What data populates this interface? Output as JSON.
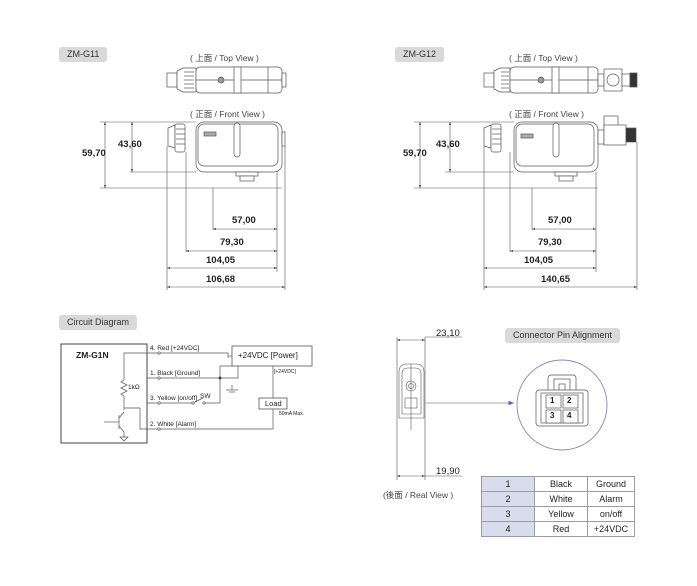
{
  "models": [
    {
      "name": "ZM-G11",
      "top_view_caption": "( 上面 / Top View )",
      "front_view_caption": "( 正面 / Front View )",
      "dimensions": {
        "height_total": "59,70",
        "height_body": "43,60",
        "width_57": "57,00",
        "width_79": "79,30",
        "width_104": "104,05",
        "width_total": "106,68"
      }
    },
    {
      "name": "ZM-G12",
      "top_view_caption": "( 上面 / Top View )",
      "front_view_caption": "( 正面 / Front View )",
      "dimensions": {
        "height_total": "59,70",
        "height_body": "43,60",
        "width_57": "57,00",
        "width_79": "79,30",
        "width_104": "104,05",
        "width_total": "140,65"
      }
    }
  ],
  "circuit": {
    "title": "Circuit Diagram",
    "device": "ZM-G1N",
    "resistor": "1kΩ",
    "wires": [
      "4. Red [+24VDC]",
      "1. Black [Ground]",
      "3. Yellow [on/off]",
      "2. White [Alarm]"
    ],
    "switch_label": "SW",
    "power_box": "+24VDC [Power]",
    "power_note": "[+24VDC]",
    "load_box": "Load",
    "load_note": "50mA Max."
  },
  "rear_view": {
    "caption": "(後面 / Real View )",
    "width_top": "23,10",
    "width_bottom": "19,90"
  },
  "connector": {
    "title": "Connector Pin Alignment",
    "pins_diagram": [
      "1",
      "2",
      "3",
      "4"
    ],
    "accent_color": "#6a5acd",
    "table": [
      {
        "pin": "1",
        "color": "Black",
        "function": "Ground"
      },
      {
        "pin": "2",
        "color": "White",
        "function": "Alarm"
      },
      {
        "pin": "3",
        "color": "Yellow",
        "function": "on/off"
      },
      {
        "pin": "4",
        "color": "Red",
        "function": "+24VDC"
      }
    ]
  }
}
